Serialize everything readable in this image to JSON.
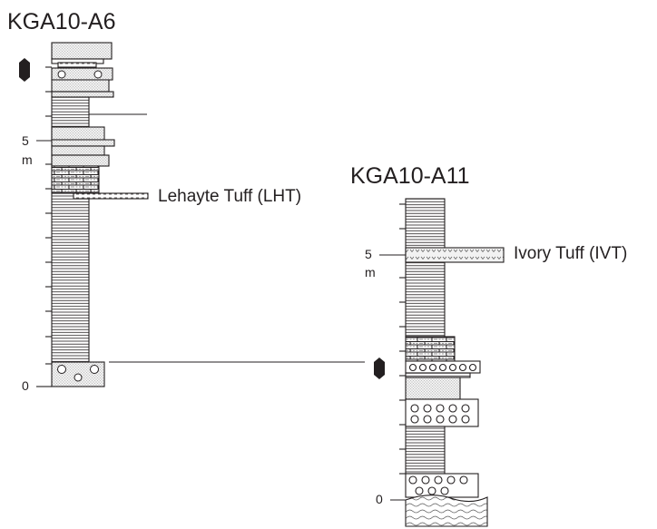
{
  "sections": [
    {
      "name": "KGA10-A6",
      "scale_labels": {
        "zero": "0",
        "five": "5",
        "unit": "m"
      },
      "annotations": [
        {
          "text": "Lehayte Tuff (LHT)"
        }
      ]
    },
    {
      "name": "KGA10-A11",
      "scale_labels": {
        "zero": "0",
        "five": "5",
        "unit": "m"
      },
      "annotations": [
        {
          "text": "Ivory Tuff (IVT)"
        }
      ]
    }
  ],
  "colors": {
    "ink": "#231f20",
    "fill": "#f2f2f2",
    "stipple": "#9a9a9a"
  },
  "icons": [
    "tooth-fossil-icon",
    "tooth-fossil-icon"
  ]
}
